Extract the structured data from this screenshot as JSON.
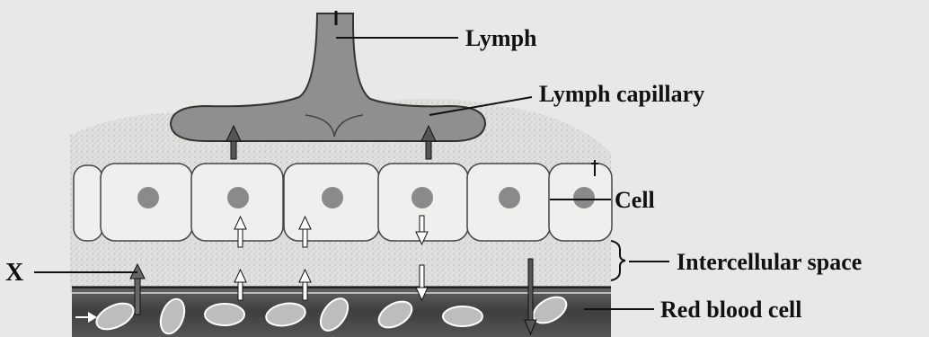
{
  "labels": {
    "lymph": "Lymph",
    "lymph_capillary": "Lymph capillary",
    "cell": "Cell",
    "intercellular_space": "Intercellular space",
    "red_blood_cell": "Red blood cell",
    "x": "X"
  },
  "colors": {
    "background": "#e8e8e6",
    "tissue_speckle": "#cfcfcc",
    "lymph_vessel": "#8e8e8e",
    "cell_fill": "#ececea",
    "nucleus": "#8a8a8a",
    "blood_vessel": "#4a4a4a",
    "rbc": "#bdbdbd",
    "ink": "#111111"
  }
}
